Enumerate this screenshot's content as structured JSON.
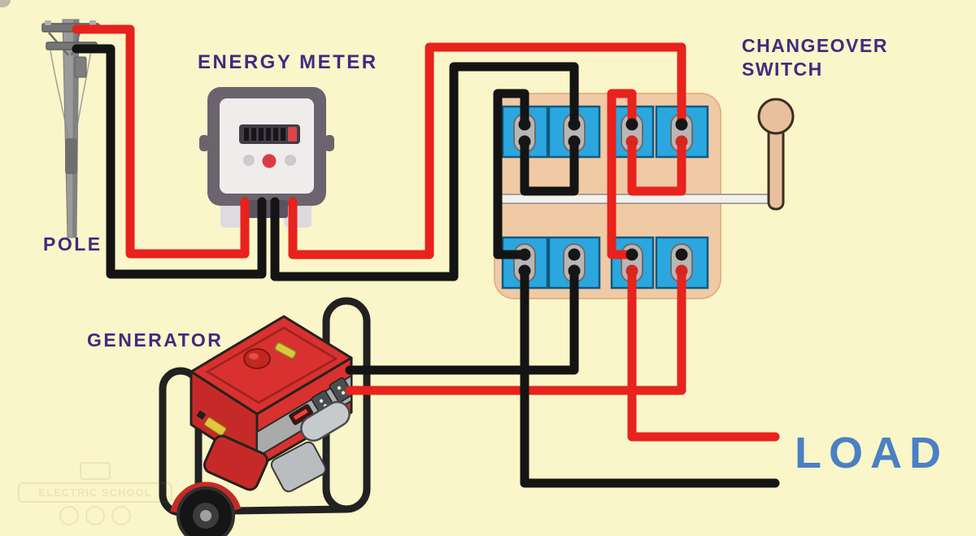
{
  "labels": {
    "pole": "POLE",
    "energy_meter": "ENERGY METER",
    "changeover_switch": "CHANGEOVER SWITCH",
    "generator": "GENERATOR",
    "load": "LOAD"
  },
  "watermark": {
    "text": "ELECTRIC SCHOOL"
  },
  "colors": {
    "background": "#faf6c9",
    "wire_red": "#e8221c",
    "wire_black": "#141414",
    "label_purple": "#3e2c80",
    "load_blue": "#4a80c4",
    "panel_tan": "#f0caa5",
    "terminal_blue": "#2ba7e0",
    "terminal_outline": "#135a80",
    "connector_gray": "#b9b6b6",
    "handle_tan": "#e8c09e",
    "switch_bar_white": "#f3f1ed",
    "meter_gray": "#6b636d",
    "meter_panel": "#efecec",
    "generator_red": "#d8312f",
    "pole_gray": "#9a9a9a"
  },
  "switch": {
    "top_terminals": 4,
    "bottom_terminals": 4
  },
  "connections": [
    {
      "from": "pole",
      "to": "energy-meter",
      "wire": "red"
    },
    {
      "from": "pole",
      "to": "energy-meter",
      "wire": "black"
    },
    {
      "from": "energy-meter",
      "to": "switch-top-terminal-2",
      "wire": "black"
    },
    {
      "from": "energy-meter",
      "to": "switch-top-terminal-4",
      "wire": "red"
    },
    {
      "from": "switch-top-terminal-1",
      "to": "switch-bottom-terminal-1",
      "wire": "black"
    },
    {
      "from": "switch-top-terminal-3",
      "to": "switch-bottom-terminal-3",
      "wire": "red"
    },
    {
      "from": "switch-top-terminal-1",
      "to": "switch-top-terminal-2",
      "wire": "black"
    },
    {
      "from": "switch-top-terminal-3",
      "to": "switch-top-terminal-4",
      "wire": "red"
    },
    {
      "from": "generator",
      "to": "switch-bottom-terminal-2",
      "wire": "black"
    },
    {
      "from": "generator",
      "to": "switch-bottom-terminal-4",
      "wire": "red"
    },
    {
      "from": "switch-bottom-terminal-1",
      "to": "load",
      "wire": "black"
    },
    {
      "from": "switch-bottom-terminal-3",
      "to": "load",
      "wire": "red"
    }
  ]
}
